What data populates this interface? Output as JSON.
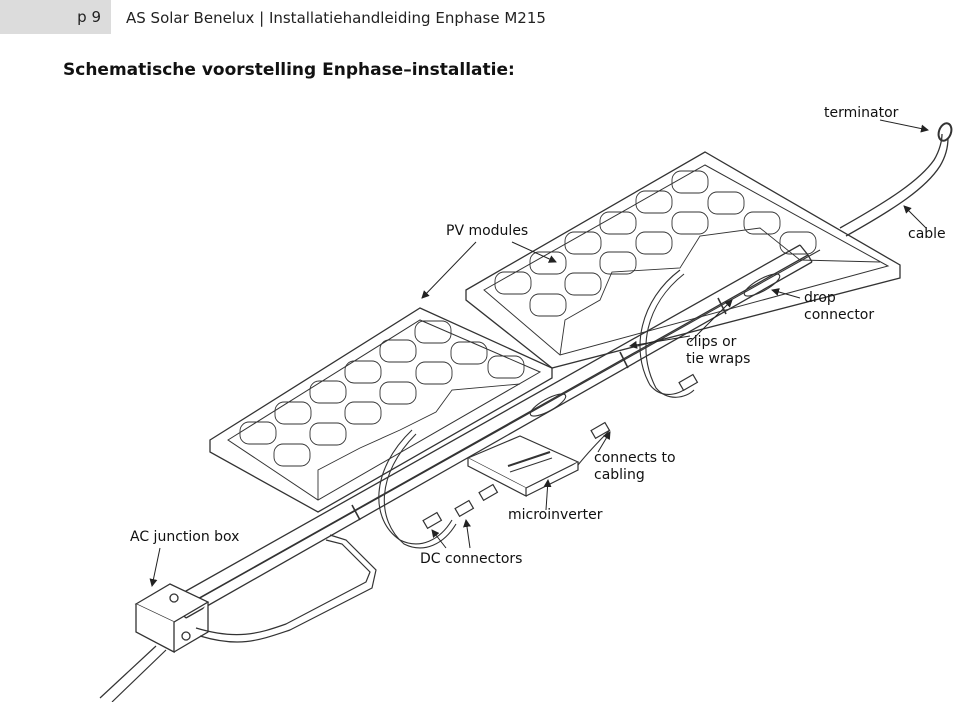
{
  "header": {
    "page_number": "p 9",
    "title": "AS Solar Benelux | Installatiehandleiding Enphase M215"
  },
  "section": {
    "title": "Schematische voorstelling Enphase–installatie:"
  },
  "diagram": {
    "labels": {
      "terminator": "terminator",
      "cable": "cable",
      "pv_modules": "PV modules",
      "drop_connector_line1": "drop",
      "drop_connector_line2": "connector",
      "clips_line1": "clips or",
      "clips_line2": "tie wraps",
      "connects_line1": "connects to",
      "connects_line2": "cabling",
      "microinverter": "microinverter",
      "ac_junction_box": "AC junction box",
      "dc_connectors": "DC connectors"
    }
  }
}
